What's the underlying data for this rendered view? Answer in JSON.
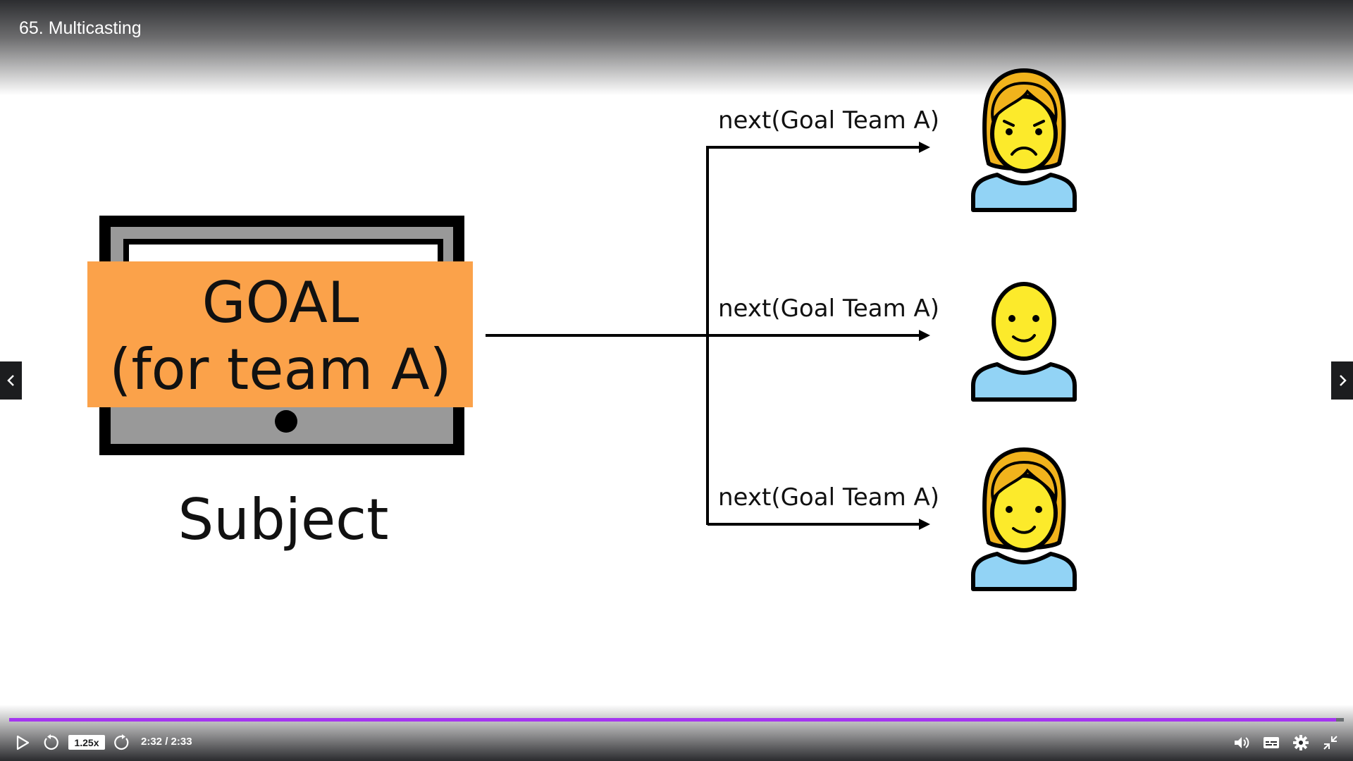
{
  "video": {
    "title": "65. Multicasting"
  },
  "slide": {
    "device_label_line1": "GOAL",
    "device_label_line2": "(for team A)",
    "subject_label": "Subject",
    "arrows": [
      {
        "label": "next(Goal Team A)",
        "observer_mood": "sad"
      },
      {
        "label": "next(Goal Team A)",
        "observer_mood": "smile"
      },
      {
        "label": "next(Goal Team A)",
        "observer_mood": "smile"
      }
    ],
    "colors": {
      "label_box": "#fba24a",
      "device_frame": "#999999",
      "face": "#fcea2b",
      "hair": "#f1b31c",
      "shirt": "#92d3f5"
    }
  },
  "navigation": {
    "prev_icon": "chevron-left-icon",
    "next_icon": "chevron-right-icon"
  },
  "player": {
    "progress_percent": 99.4,
    "progress_color": "#a435f0",
    "speed": "1.25x",
    "time": "2:32 / 2:33",
    "icons": [
      "play-icon",
      "rewind-icon",
      "forward-icon",
      "volume-icon",
      "captions-icon",
      "settings-icon",
      "exit-fullscreen-icon"
    ]
  }
}
